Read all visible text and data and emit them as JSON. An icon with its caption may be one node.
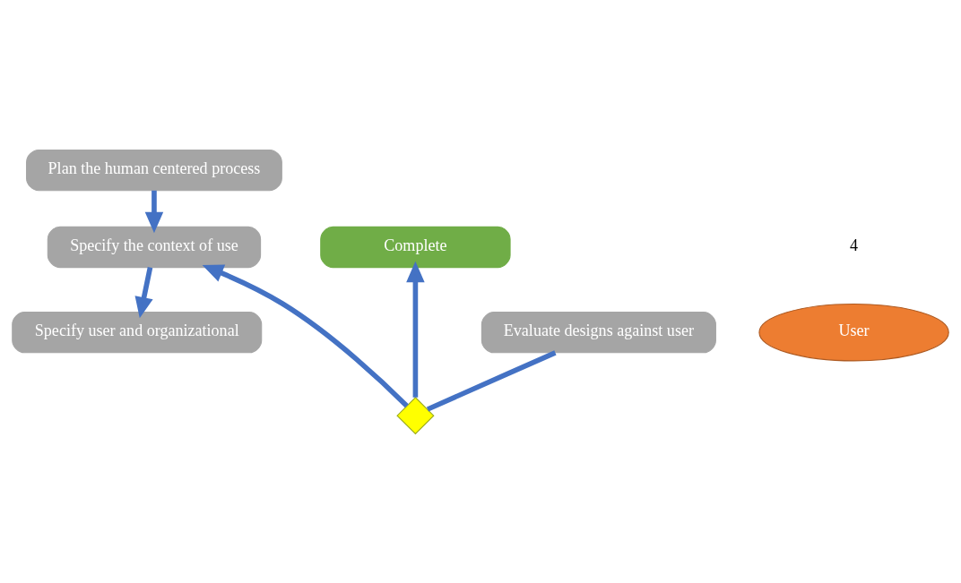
{
  "diagram": {
    "nodes": [
      {
        "text": [
          "Plan the human centered process"
        ]
      },
      {
        "text": [
          "Complete"
        ]
      },
      {
        "text": [
          "Specify the context of use"
        ]
      },
      {
        "text": [],
        "shape": "diamond"
      },
      {
        "text": [
          "Evaluate designs against user"
        ]
      },
      {
        "text": [
          "User"
        ]
      },
      {
        "text": [
          "Specify user and organizational"
        ]
      }
    ],
    "edges": [
      {
        "from": 0,
        "to": 2,
        "arrow": "to"
      },
      {
        "from": 2,
        "to": 6,
        "arrow": "to"
      },
      {
        "from": 4,
        "to": 3,
        "arrow": "none"
      },
      {
        "from": 3,
        "to": 1,
        "arrow": "to"
      },
      {
        "from": 3,
        "to": 2,
        "arrow": "to"
      }
    ],
    "labels": [
      "4"
    ]
  }
}
